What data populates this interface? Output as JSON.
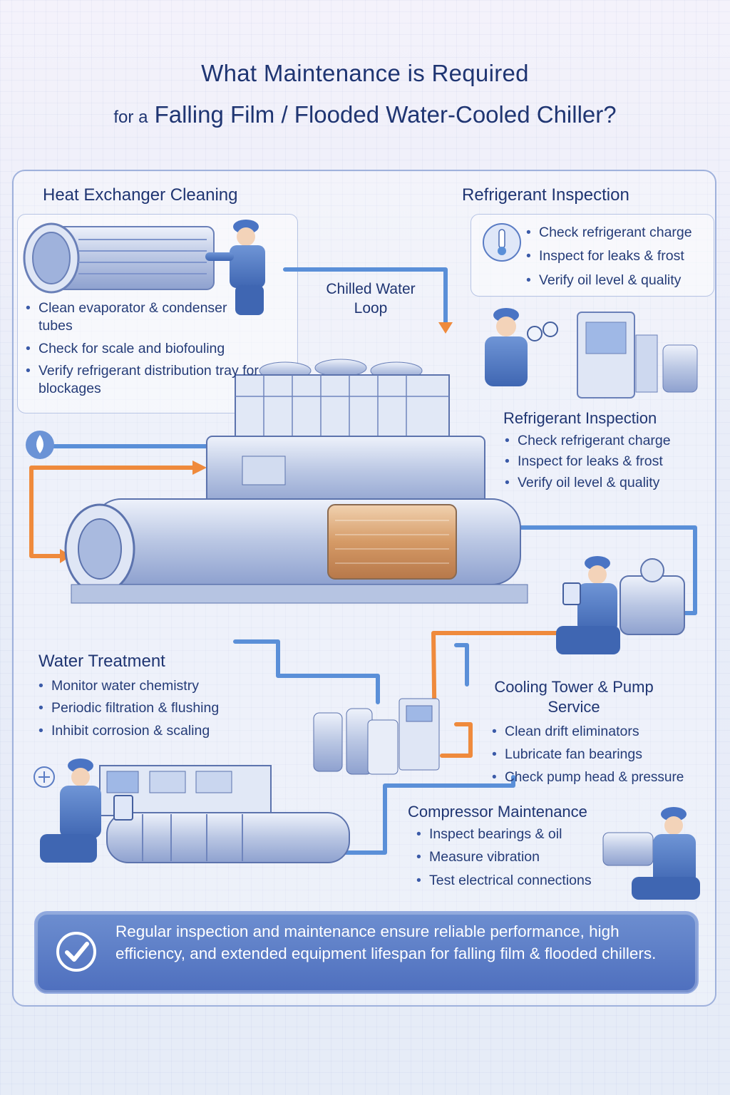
{
  "title": {
    "line1": "What Maintenance is Required",
    "line2_prefix": "for a",
    "line2_main": "Falling Film / Flooded Water-Cooled Chiller?"
  },
  "heat_exchanger": {
    "title": "Heat Exchanger Cleaning",
    "items": [
      "Clean evaporator & condenser tubes",
      "Check for scale and biofouling",
      "Verify refrigerant distribution tray for blockages"
    ]
  },
  "refrigerant_top": {
    "title": "Refrigerant Inspection",
    "items": [
      "Check refrigerant charge",
      "Inspect for leaks & frost",
      "Verify oil level & quality"
    ]
  },
  "chilled_water_loop": {
    "label_line1": "Chilled Water",
    "label_line2": "Loop"
  },
  "refrigerant_mid": {
    "title": "Refrigerant Inspection",
    "items": [
      "Check refrigerant charge",
      "Inspect for leaks & frost",
      "Verify oil level & quality"
    ]
  },
  "water_treatment": {
    "title": "Water Treatment",
    "items": [
      "Monitor water chemistry",
      "Periodic filtration & flushing",
      "Inhibit corrosion & scaling"
    ]
  },
  "cooling_tower": {
    "title_line1": "Cooling Tower & Pump",
    "title_line2": "Service",
    "items": [
      "Clean drift eliminators",
      "Lubricate fan bearings",
      "Check pump head & pressure"
    ]
  },
  "compressor": {
    "title": "Compressor Maintenance",
    "items": [
      "Inspect bearings & oil",
      "Measure vibration",
      "Test electrical connections"
    ]
  },
  "banner": {
    "text": "Regular inspection and maintenance ensure reliable performance, high efficiency, and extended equipment lifespan for falling film & flooded chillers."
  },
  "colors": {
    "navy_text": "#1f3572",
    "pipe_blue": "#5a8fd8",
    "pipe_orange": "#ef8a3c",
    "banner_blue": "#4e6fbe",
    "metal": "#c9d3e8"
  },
  "icons": [
    "thermometer-icon",
    "checkmark-icon",
    "plus-icon",
    "water-drop-icon"
  ]
}
